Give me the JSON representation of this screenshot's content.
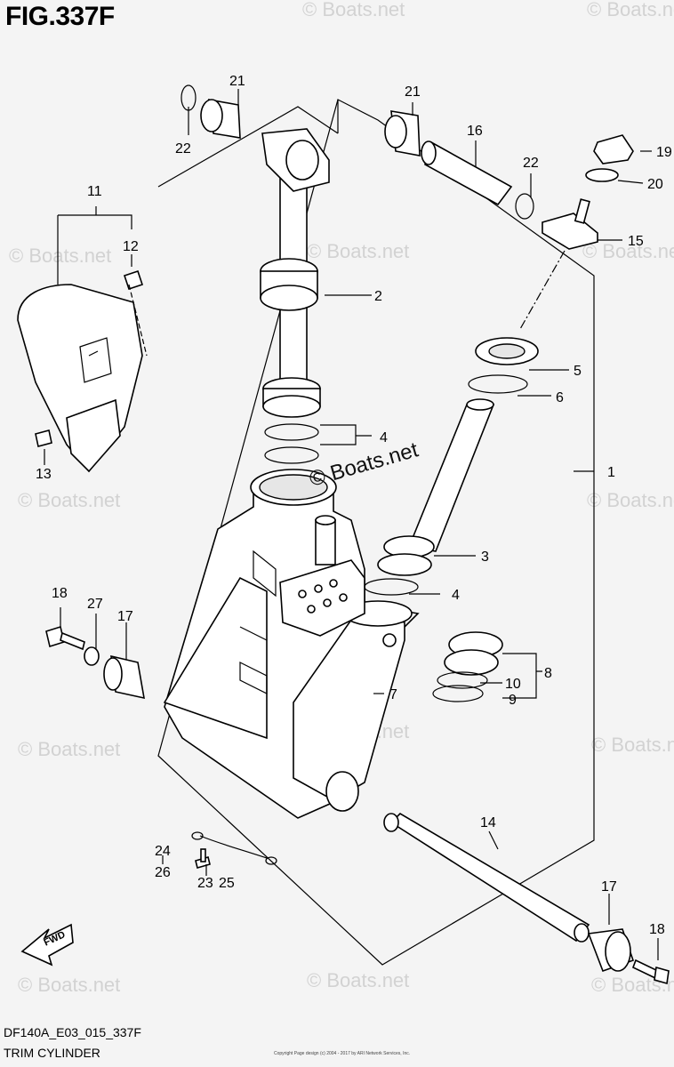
{
  "figure": {
    "title": "FIG.337F",
    "code": "DF140A_E03_015_337F",
    "subtitle": "TRIM CYLINDER",
    "center_watermark": "© Boats.net",
    "faint_watermark": "© Boats.net",
    "copyright": "Copyright Page design (c) 2004 - 2017 by ARI Network Services, Inc."
  },
  "fwd_arrow": {
    "label": "FWD"
  },
  "callouts": {
    "c1": "1",
    "c2": "2",
    "c3": "3",
    "c4a": "4",
    "c4b": "4",
    "c5": "5",
    "c6": "6",
    "c7": "7",
    "c8": "8",
    "c9": "9",
    "c10": "10",
    "c11": "11",
    "c12": "12",
    "c13": "13",
    "c14": "14",
    "c15": "15",
    "c16": "16",
    "c17a": "17",
    "c17b": "17",
    "c18a": "18",
    "c18b": "18",
    "c19": "19",
    "c20": "20",
    "c21a": "21",
    "c21b": "21",
    "c22a": "22",
    "c22b": "22",
    "c23": "23",
    "c24": "24",
    "c25": "25",
    "c26": "26",
    "c27": "27"
  },
  "colors": {
    "background": "#f4f4f4",
    "line": "#000000",
    "watermark": "#d2d2d2"
  }
}
